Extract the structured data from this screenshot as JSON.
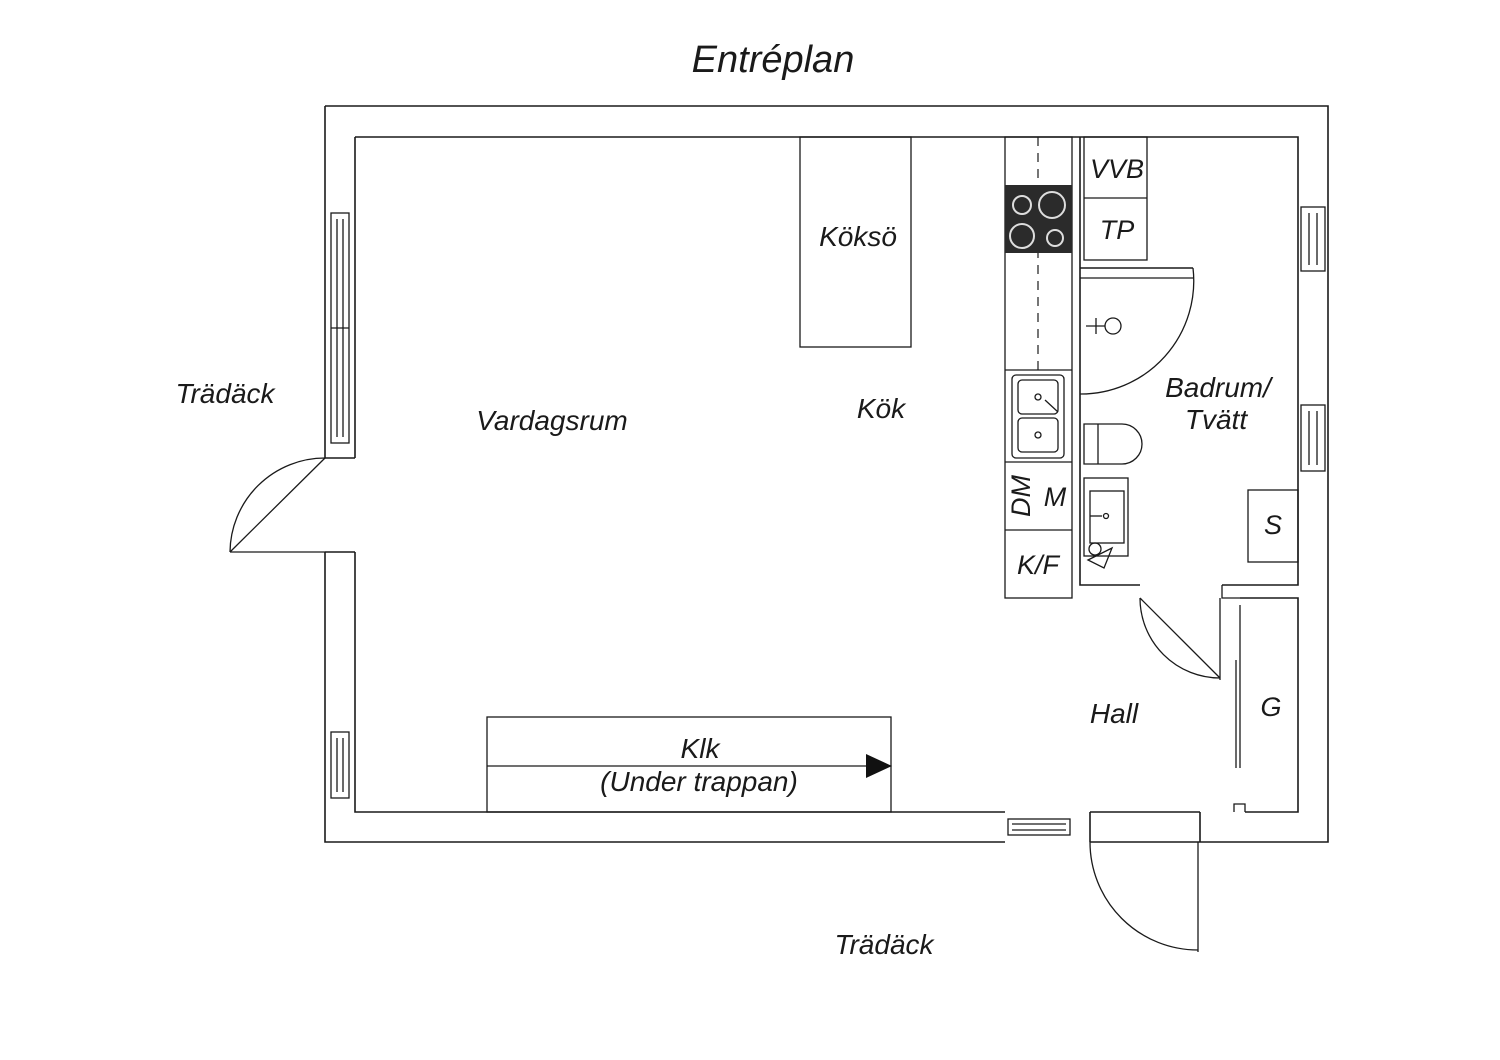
{
  "title": "Entréplan",
  "rooms": {
    "vardagsrum": "Vardagsrum",
    "kok": "Kök",
    "kokso": "Köksö",
    "badrum_line1": "Badrum/",
    "badrum_line2": "Tvätt",
    "hall": "Hall",
    "klk": "Klk",
    "klk_sub": "(Under trappan)"
  },
  "fixtures": {
    "vvb": "VVB",
    "tp": "TP",
    "dm": "DM",
    "m": "M",
    "kf": "K/F",
    "s": "S",
    "g": "G"
  },
  "outside": {
    "deck_left": "Trädäck",
    "deck_bottom": "Trädäck"
  }
}
